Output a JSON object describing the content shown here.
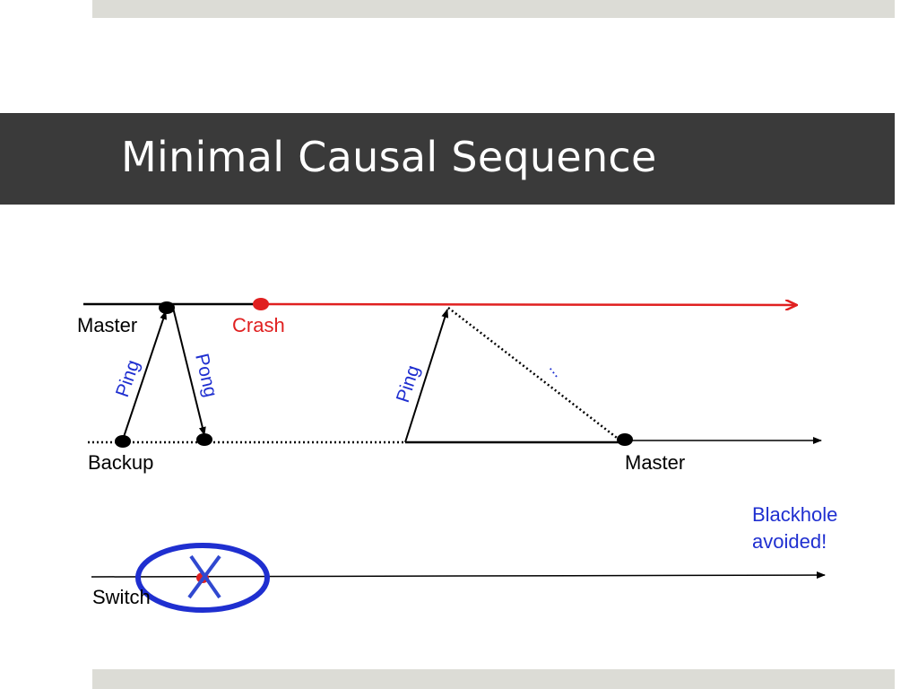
{
  "slide": {
    "title": "Minimal Causal Sequence"
  },
  "timelines": {
    "master_top": "Master",
    "backup": "Backup",
    "master_bottom": "Master",
    "switch": "Switch"
  },
  "events": {
    "crash": "Crash",
    "blackhole_line1": "Blackhole",
    "blackhole_line2": "avoided!"
  },
  "messages": {
    "ping_first": "Ping",
    "pong": "Pong",
    "ping_second": "Ping",
    "ellipsis": "..."
  },
  "colors": {
    "line": "#000000",
    "crash": "#e02020",
    "message_label": "#1f2fd0",
    "cross": "#3048d0",
    "ellipse": "#1f2fd0"
  }
}
